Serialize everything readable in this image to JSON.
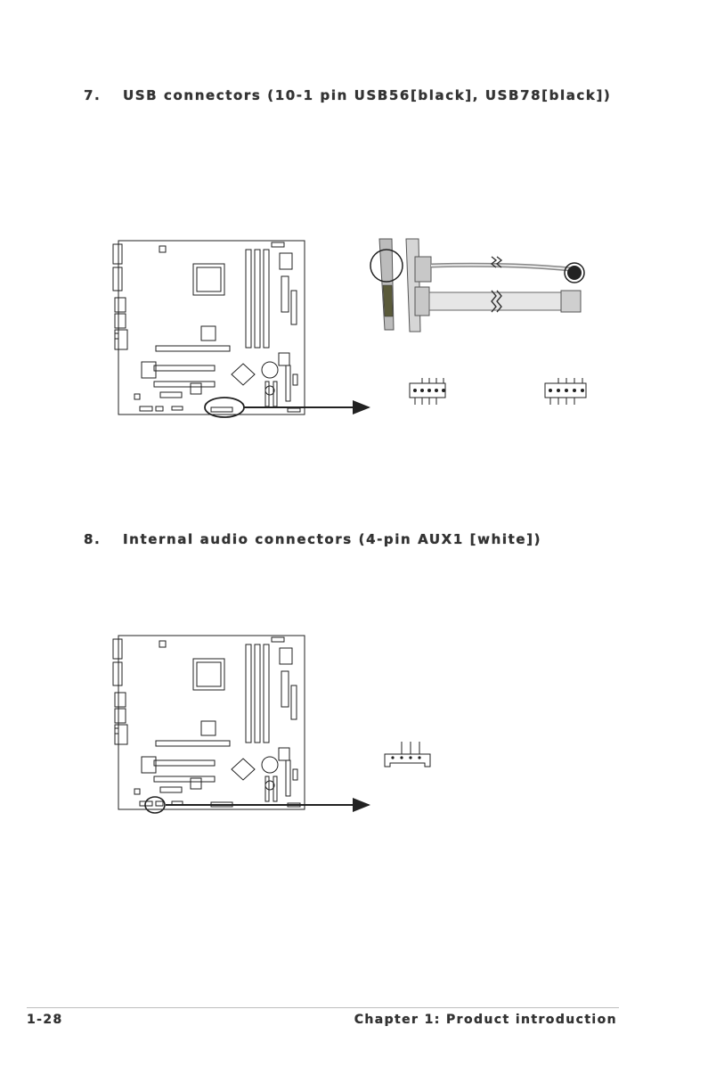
{
  "section7": {
    "number": "7.",
    "title": "USB connectors (10-1 pin USB56[black], USB78[black])"
  },
  "section8": {
    "number": "8.",
    "title": "Internal audio connectors (4-pin AUX1 [white])"
  },
  "footer": {
    "page_number": "1-28",
    "chapter": "Chapter 1: Product introduction"
  },
  "colors": {
    "text": "#333333",
    "ribbon": "#d9d9d9",
    "board_outline": "#222222"
  }
}
